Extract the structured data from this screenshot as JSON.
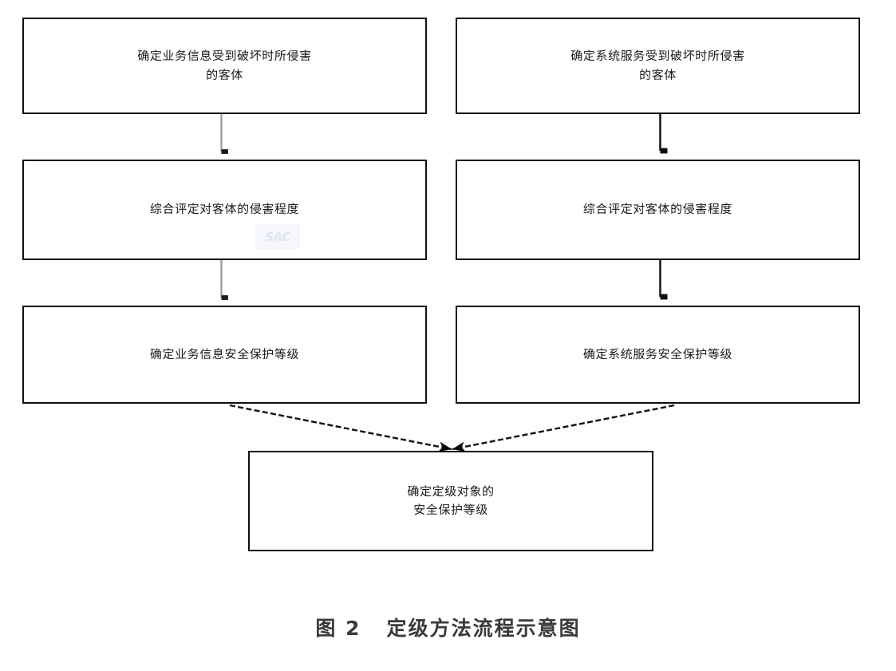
{
  "figure": {
    "caption": "图 2   定级方法流程示意图",
    "watermark": "SAC",
    "colors": {
      "box_border": "#111111",
      "box_fill": "#ffffff",
      "connector_light": "#9a9a9a",
      "connector_dark": "#111111",
      "caption_text": "#3a3a3a",
      "watermark_tint": "#c3d0e8"
    }
  },
  "nodes": {
    "biz_damage_object": {
      "text": "确定业务信息受到破坏时所侵害\n的客体",
      "column": "业务信息",
      "row": 1
    },
    "svc_damage_object": {
      "text": "确定系统服务受到破坏时所侵害\n的客体",
      "column": "系统服务",
      "row": 1
    },
    "biz_severity": {
      "text": "综合评定对客体的侵害程度",
      "column": "业务信息",
      "row": 2
    },
    "svc_severity": {
      "text": "综合评定对客体的侵害程度",
      "column": "系统服务",
      "row": 2
    },
    "biz_level": {
      "text": "确定业务信息安全保护等级",
      "column": "业务信息",
      "row": 3
    },
    "svc_level": {
      "text": "确定系统服务安全保护等级",
      "column": "系统服务",
      "row": 3
    },
    "final_level": {
      "text": "确定定级对象的\n安全保护等级",
      "column": "合并",
      "row": 4
    }
  },
  "edges": [
    {
      "name": "biz-damage-to-biz-severity",
      "from": "biz_damage_object",
      "to": "biz_severity",
      "style": "vertical-arrow",
      "tone": "light"
    },
    {
      "name": "svc-damage-to-svc-severity",
      "from": "svc_damage_object",
      "to": "svc_severity",
      "style": "vertical-arrow",
      "tone": "dark"
    },
    {
      "name": "biz-severity-to-biz-level",
      "from": "biz_severity",
      "to": "biz_level",
      "style": "vertical-arrow",
      "tone": "light"
    },
    {
      "name": "svc-severity-to-svc-level",
      "from": "svc_severity",
      "to": "svc_level",
      "style": "vertical-arrow",
      "tone": "dark"
    },
    {
      "name": "biz-level-to-final",
      "from": "biz_level",
      "to": "final_level",
      "style": "diagonal-arrow",
      "tone": "dark"
    },
    {
      "name": "svc-level-to-final",
      "from": "svc_level",
      "to": "final_level",
      "style": "diagonal-arrow",
      "tone": "dark"
    }
  ]
}
